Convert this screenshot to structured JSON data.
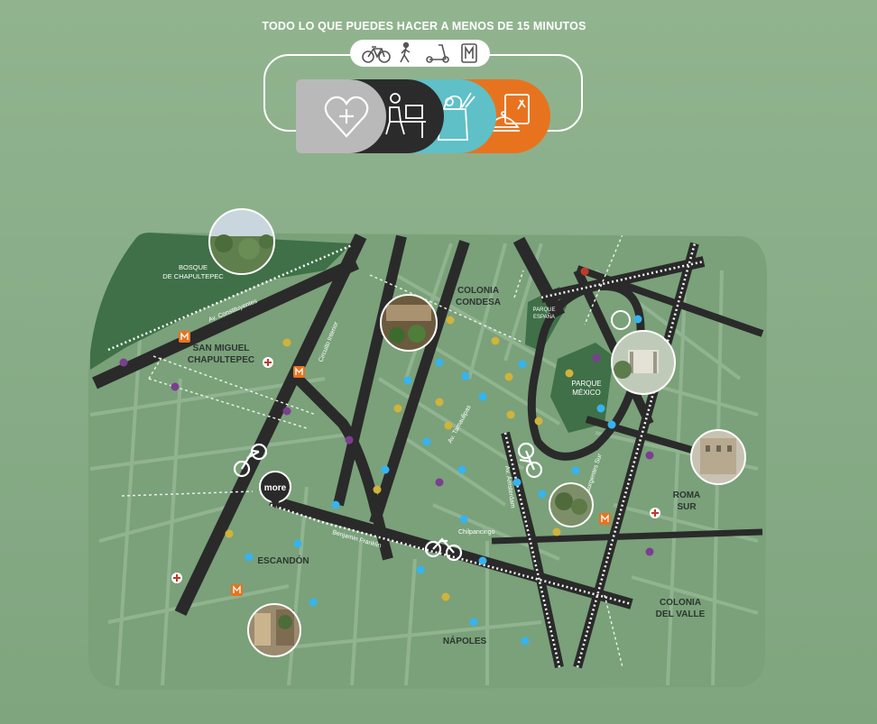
{
  "headline": "TODO LO QUE PUEDES HACER A MENOS DE 15 MINUTOS",
  "transport_modes": [
    "bicycle-icon",
    "walking-icon",
    "scooter-icon",
    "metro-icon"
  ],
  "categories": [
    {
      "name": "health",
      "icon": "heart-plus-icon",
      "color": "#b9b9b9"
    },
    {
      "name": "work",
      "icon": "person-desk-icon",
      "color": "#2b2b2b"
    },
    {
      "name": "groceries",
      "icon": "grocery-bag-icon",
      "color": "#5fc0c7"
    },
    {
      "name": "restaurants",
      "icon": "cloche-menu-icon",
      "color": "#e8731f"
    }
  ],
  "areas": {
    "bosque": [
      "BOSQUE",
      "DE CHAPULTEPEC"
    ],
    "san_miguel": [
      "SAN MIGUEL",
      "CHAPULTEPEC"
    ],
    "condesa": [
      "COLONIA",
      "CONDESA"
    ],
    "parque_espana": [
      "PARQUE",
      "ESPAÑA"
    ],
    "parque_mexico": [
      "PARQUE",
      "MÉXICO"
    ],
    "roma_sur": [
      "ROMA",
      "SUR"
    ],
    "escandon": "ESCANDÓN",
    "colonia_del_valle": [
      "COLONIA",
      "DEL VALLE"
    ],
    "napoles": "NÁPOLES"
  },
  "streets": {
    "constituyentes": "Av. Constituyentes",
    "circuito": "Circuito Interior",
    "tamaulipas": "Av. Tamaulipas",
    "amsterdam": "Av. Ámsterdam",
    "insurgentes": "Av. Insurgentes Sur",
    "benjamin": "Benjamin Franklin",
    "chilpancingo": "Chilpancingo"
  },
  "marker_label": "more",
  "colors": {
    "background": "#8cb08b",
    "park": "#3f7048",
    "road": "#2a2a2a",
    "blue_point": "#35b4f0",
    "yellow_point": "#d1b33a",
    "purple_point": "#7a3f90",
    "metro": "#e8731f",
    "hospital": "#c0392b"
  }
}
